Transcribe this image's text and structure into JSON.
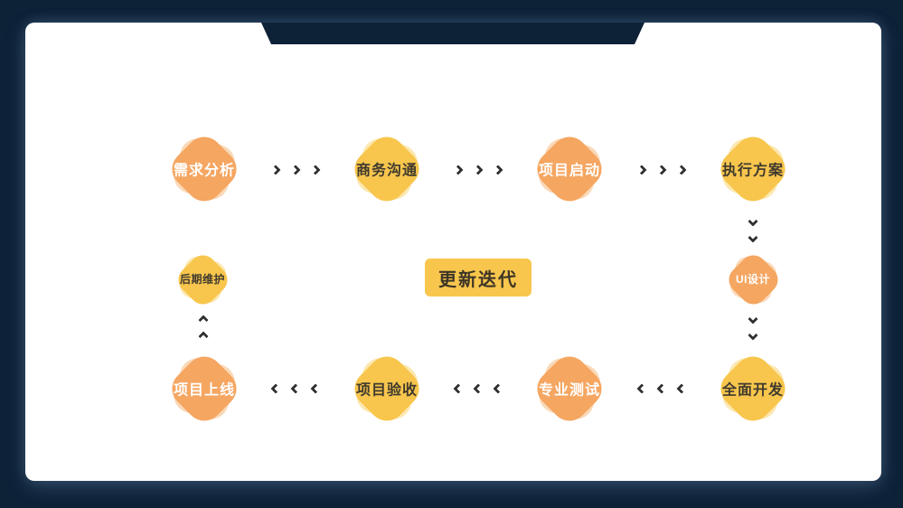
{
  "slide": {
    "background_color": "#0D2137",
    "panel_color": "#FFFFFF",
    "accent_orange": "#F5A661",
    "accent_orange_light": "#FAD9B8",
    "accent_yellow": "#F8C64D",
    "accent_yellow_light": "#FCE8B0",
    "arrow_color": "#2F2F2F",
    "dark_label_color": "#3F3A2E",
    "light_label_color": "#FFFFFF"
  },
  "flow": {
    "nodes": [
      {
        "label": "需求分析",
        "color": "orange",
        "size": "big"
      },
      {
        "label": "商务沟通",
        "color": "yellow",
        "size": "big"
      },
      {
        "label": "项目启动",
        "color": "orange",
        "size": "big"
      },
      {
        "label": "执行方案",
        "color": "yellow",
        "size": "big"
      },
      {
        "label": "UI设计",
        "color": "orange",
        "size": "small"
      },
      {
        "label": "全面开发",
        "color": "yellow",
        "size": "big"
      },
      {
        "label": "专业测试",
        "color": "orange",
        "size": "big"
      },
      {
        "label": "项目验收",
        "color": "yellow",
        "size": "big"
      },
      {
        "label": "项目上线",
        "color": "orange",
        "size": "big"
      },
      {
        "label": "后期维护",
        "color": "yellow",
        "size": "small"
      }
    ],
    "center": {
      "label": "更新迭代"
    },
    "connectors": [
      {
        "from": "需求分析",
        "to": "商务沟通",
        "direction": "right",
        "chevrons": 3
      },
      {
        "from": "商务沟通",
        "to": "项目启动",
        "direction": "right",
        "chevrons": 3
      },
      {
        "from": "项目启动",
        "to": "执行方案",
        "direction": "right",
        "chevrons": 3
      },
      {
        "from": "执行方案",
        "to": "UI设计",
        "direction": "down",
        "chevrons": 2
      },
      {
        "from": "UI设计",
        "to": "全面开发",
        "direction": "down",
        "chevrons": 2
      },
      {
        "from": "全面开发",
        "to": "专业测试",
        "direction": "left",
        "chevrons": 3
      },
      {
        "from": "专业测试",
        "to": "项目验收",
        "direction": "left",
        "chevrons": 3
      },
      {
        "from": "项目验收",
        "to": "项目上线",
        "direction": "left",
        "chevrons": 3
      },
      {
        "from": "项目上线",
        "to": "后期维护",
        "direction": "up",
        "chevrons": 2
      }
    ]
  }
}
